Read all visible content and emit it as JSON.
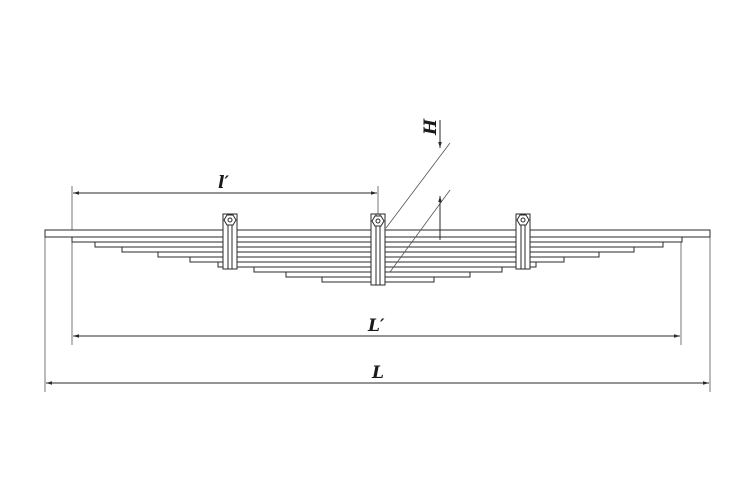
{
  "labels": {
    "small_l": "l′",
    "big_l_prime": "L′",
    "big_l": "L",
    "h": "H"
  },
  "colors": {
    "line": "#2a2a2a",
    "background": "#ffffff"
  }
}
